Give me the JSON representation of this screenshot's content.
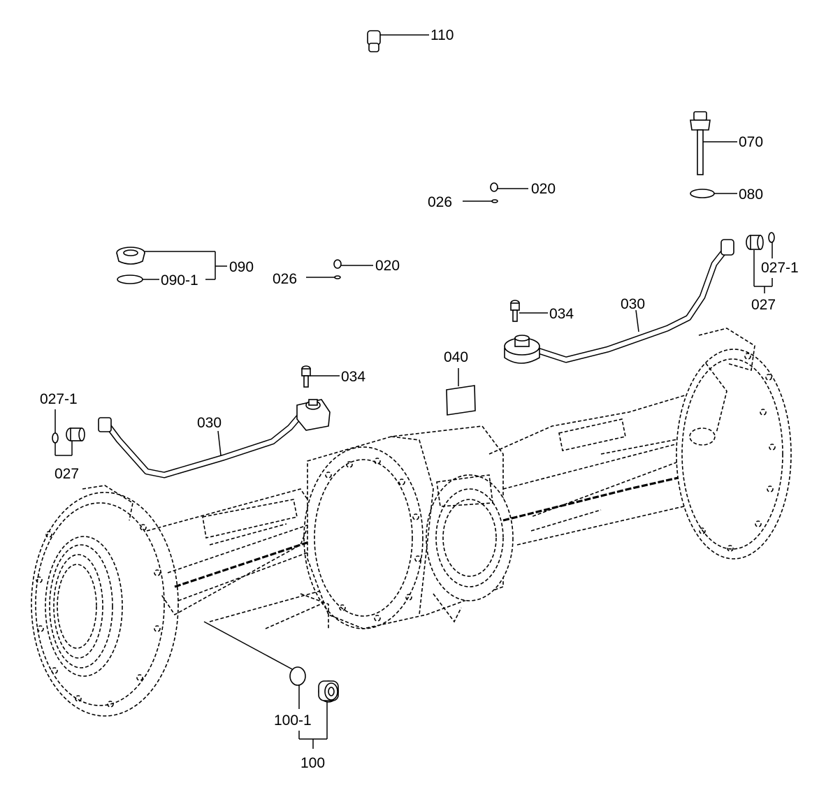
{
  "labels": {
    "l110": "110",
    "l070": "070",
    "l080": "080",
    "l020a": "020",
    "l026a": "026",
    "l020b": "020",
    "l026b": "026",
    "l090": "090",
    "l0901": "090-1",
    "l0271a": "027-1",
    "l027a": "027",
    "l030a": "030",
    "l034a": "034",
    "l040": "040",
    "l034b": "034",
    "l030b": "030",
    "l0271b": "027-1",
    "l027b": "027",
    "l1001": "100-1",
    "l100": "100"
  }
}
